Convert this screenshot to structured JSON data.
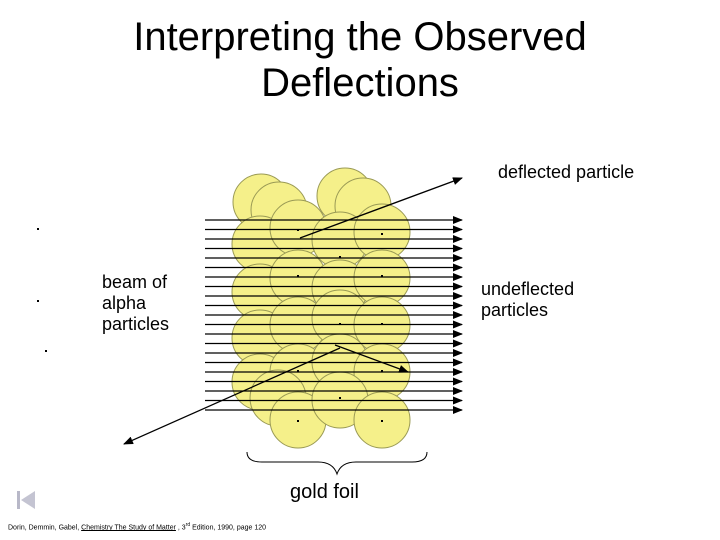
{
  "title_lines": [
    "Interpreting the Observed",
    "Deflections"
  ],
  "labels": {
    "deflected": "deflected particle",
    "beam": [
      "beam of",
      "alpha",
      "particles"
    ],
    "undeflected": [
      "undeflected",
      "particles"
    ],
    "gold_foil": "gold foil"
  },
  "citation": {
    "authors": "Dorin, Demmin, Gabel, ",
    "book": "Chemistry The Study of Matter",
    "edition_pre": " , 3",
    "edition_sup": "rd",
    "edition_post": " Edition, 1990, page 120"
  },
  "colors": {
    "atom_fill": "#F5F08A",
    "atom_stroke": "#9A9A55",
    "arrow": "#000000"
  },
  "icons": {
    "nav": "back-to-start-icon"
  }
}
